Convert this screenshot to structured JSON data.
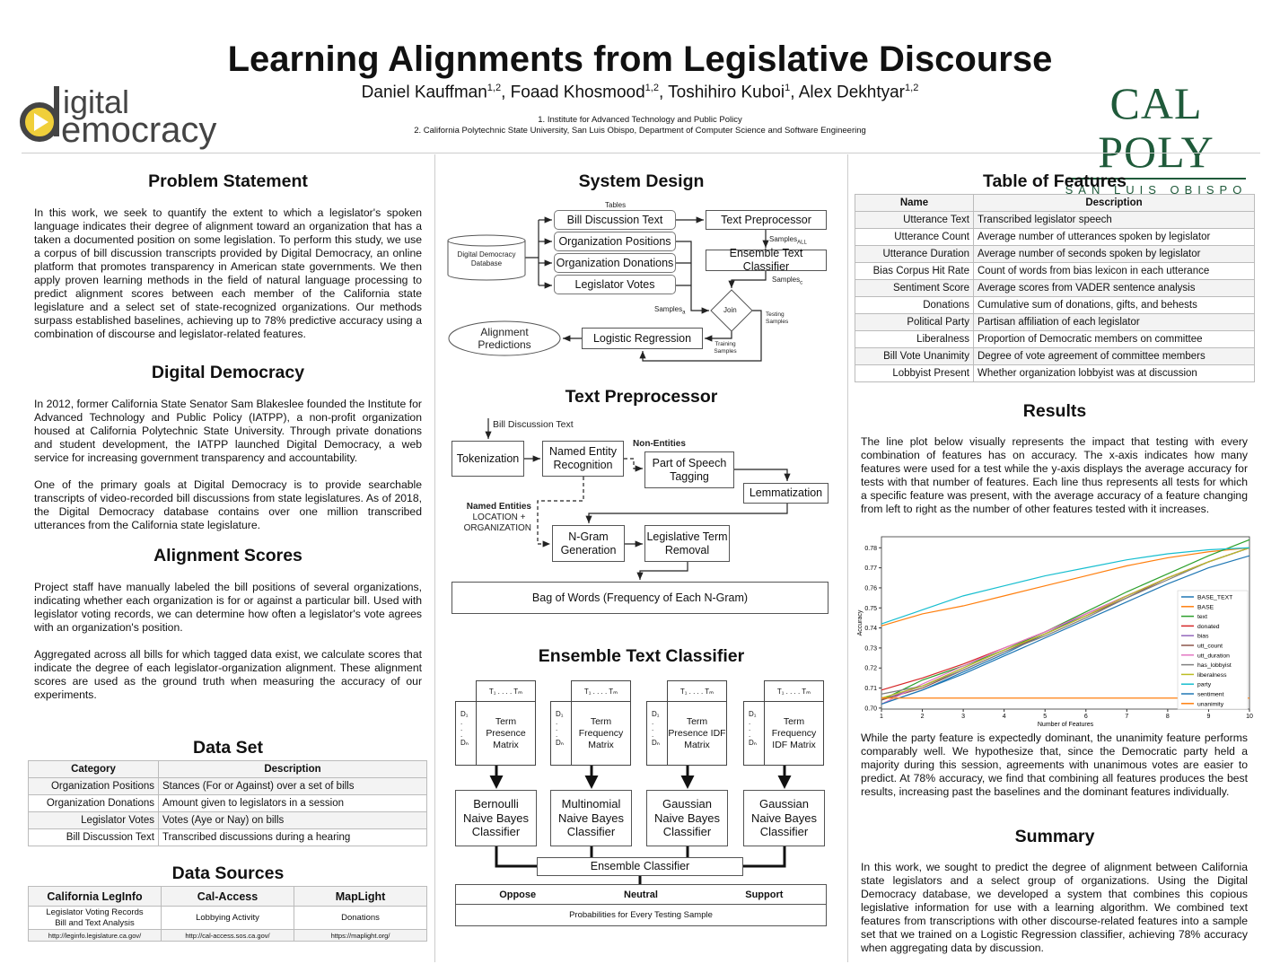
{
  "header": {
    "title": "Learning Alignments from Legislative Discourse",
    "authors": [
      {
        "name": "Daniel Kauffman",
        "sup": "1,2"
      },
      {
        "name": "Foaad Khosmood",
        "sup": "1,2"
      },
      {
        "name": "Toshihiro Kuboi",
        "sup": "1"
      },
      {
        "name": "Alex Dekhtyar",
        "sup": "1,2"
      }
    ],
    "affiliations": [
      "1.  Institute for Advanced Technology and Public Policy",
      "2.  California Polytechnic State University, San Luis Obispo, Department of Computer Science and Software Engineering"
    ],
    "logo_left": "digital democracy",
    "logo_right": {
      "name": "CAL POLY",
      "sub": "SAN LUIS OBISPO"
    }
  },
  "left": {
    "problem": {
      "heading": "Problem Statement",
      "text": "In this work, we seek to quantify the extent to which a legislator's spoken language indicates their degree of alignment toward an organization that has a taken a documented position on some legislation. To perform this study, we use a corpus of bill discussion transcripts provided by Digital Democracy, an online platform that promotes transparency in American state governments. We then apply proven learning methods in the field of natural language processing to predict alignment scores between each member of the California state legislature and a select set of state-recognized organizations. Our methods surpass established baselines, achieving up to 78% predictive accuracy using a combination of discourse and legislator-related features."
    },
    "dd": {
      "heading": "Digital Democracy",
      "p1": "In 2012, former California State Senator Sam Blakeslee founded the Institute for Advanced Technology and Public Policy (IATPP), a non-profit organization housed at California Polytechnic State University. Through private donations and student development, the IATPP launched Digital Democracy, a web service for increasing government transparency and accountability.",
      "p2": "One of the primary goals at Digital Democracy is to provide searchable transcripts of video-recorded bill discussions from state legislatures. As of 2018, the Digital Democracy database contains over one million transcribed utterances from the California state legislature."
    },
    "align": {
      "heading": "Alignment Scores",
      "p1": "Project staff have manually labeled the bill positions of several organizations, indicating whether each organization is for or against a particular bill. Used with legislator voting records, we can determine how often a legislator's vote agrees with an organization's position.",
      "p2": "Aggregated across all bills for which tagged data exist, we calculate scores that indicate the degree of each legislator-organization alignment. These alignment scores are used as the ground truth when measuring the accuracy of our experiments."
    },
    "dataset": {
      "heading": "Data Set",
      "cols": [
        "Category",
        "Description"
      ],
      "rows": [
        [
          "Organization Positions",
          "Stances (For or Against) over a set of bills"
        ],
        [
          "Organization Donations",
          "Amount given to legislators in a session"
        ],
        [
          "Legislator Votes",
          "Votes (Aye or Nay) on bills"
        ],
        [
          "Bill Discussion Text",
          "Transcribed discussions during a hearing"
        ]
      ]
    },
    "sources": {
      "heading": "Data Sources",
      "cols": [
        "California LegInfo",
        "Cal-Access",
        "MapLight"
      ],
      "desc": [
        [
          "Legislator Voting Records",
          "Bill and Text Analysis"
        ],
        [
          "Lobbying Activity"
        ],
        [
          "Donations"
        ]
      ],
      "urls": [
        "http://leginfo.legislature.ca.gov/",
        "http://cal-access.sos.ca.gov/",
        "https://maplight.org/"
      ]
    }
  },
  "middle": {
    "system": {
      "heading": "System Design",
      "tables_label": "Tables",
      "db": "Digital Democracy Database",
      "tables": [
        "Bill Discussion Text",
        "Organization Positions",
        "Organization Donations",
        "Legislator Votes"
      ],
      "preproc": "Text Preprocessor",
      "etc": "Ensemble Text Classifier",
      "join": "Join",
      "logreg": "Logistic Regression",
      "pred": "Alignment Predictions",
      "samples": "Samples",
      "sub_all": "ALL",
      "sub_c": "c",
      "sub_a": "a",
      "testing": "Testing Samples",
      "training": "Training Samples"
    },
    "preproc": {
      "heading": "Text Preprocessor",
      "input": "Bill Discussion Text",
      "tokenization": "Tokenization",
      "ner": "Named Entity Recognition",
      "non_entities": "Non-Entities",
      "pos": "Part of Speech Tagging",
      "lemma": "Lemmatization",
      "ne_label": "Named Entities",
      "ne_types": [
        "LOCATION +",
        "ORGANIZATION"
      ],
      "ngram": "N-Gram Generation",
      "ltr": "Legislative Term Removal",
      "bow": "Bag of Words (Frequency of Each N-Gram)"
    },
    "ensemble": {
      "heading": "Ensemble Text Classifier",
      "t_label": "T₁ . . . . Tₘ",
      "d_label": [
        "D₁",
        ".",
        ".",
        ".",
        "Dₙ"
      ],
      "matrices": [
        "Term Presence Matrix",
        "Term Frequency Matrix",
        "Term Presence IDF Matrix",
        "Term Frequency IDF Matrix"
      ],
      "classifiers": [
        "Bernoulli Naive Bayes Classifier",
        "Multinomial Naive Bayes Classifier",
        "Gaussian Naive Bayes Classifier",
        "Gaussian Naive Bayes Classifier"
      ],
      "combiner": "Ensemble Classifier",
      "outputs": [
        "Oppose",
        "Neutral",
        "Support"
      ],
      "probs": "Probabilities for Every Testing Sample"
    }
  },
  "right": {
    "features": {
      "heading": "Table of Features",
      "cols": [
        "Name",
        "Description"
      ],
      "rows": [
        [
          "Utterance Text",
          "Transcribed legislator speech"
        ],
        [
          "Utterance Count",
          "Average number of utterances spoken by legislator"
        ],
        [
          "Utterance Duration",
          "Average number of seconds spoken by legislator"
        ],
        [
          "Bias Corpus Hit Rate",
          "Count of words from bias lexicon in each utterance"
        ],
        [
          "Sentiment Score",
          "Average scores from VADER sentence analysis"
        ],
        [
          "Donations",
          "Cumulative sum of donations, gifts, and behests"
        ],
        [
          "Political Party",
          "Partisan affiliation of each legislator"
        ],
        [
          "Liberalness",
          "Proportion of Democratic members on committee"
        ],
        [
          "Bill Vote Unanimity",
          "Degree of vote agreement of committee members"
        ],
        [
          "Lobbyist Present",
          "Whether organization lobbyist was at discussion"
        ]
      ]
    },
    "results": {
      "heading": "Results",
      "p1": "The line plot below visually represents the impact that testing with every combination of features has on accuracy. The x-axis indicates how many features were used for a test while the y-axis displays the average accuracy for tests with that number of features. Each line thus represents all tests for which a specific feature was present, with the average accuracy of a feature changing from left to right as the number of other features tested with it increases.",
      "p2": "While the party feature is expectedly dominant, the unanimity feature performs comparably well. We hypothesize that, since the Democratic party held a majority during this session, agreements with unanimous votes are easier to predict. At 78% accuracy, we find that combining all features produces the best results, increasing past the baselines and the dominant features individually."
    },
    "summary": {
      "heading": "Summary",
      "text": "In this work, we sought to predict the degree of alignment between California state legislators and a select group of organizations. Using the Digital Democracy database, we developed a system that combines this copious legislative information for use with a learning algorithm. We combined text features from transcriptions with other discourse-related features into a sample set that we trained on a Logistic Regression classifier, achieving 78% accuracy when aggregating data by discussion."
    }
  },
  "chart_data": {
    "type": "line",
    "title": "",
    "xlabel": "Number of Features",
    "ylabel": "Accuracy",
    "xlim": [
      1,
      10
    ],
    "ylim": [
      0.6995,
      0.7855
    ],
    "xticks": [
      1,
      2,
      3,
      4,
      5,
      6,
      7,
      8,
      9,
      10
    ],
    "yticks": [
      "0.70",
      "0.71",
      "0.72",
      "0.73",
      "0.74",
      "0.75",
      "0.76",
      "0.77",
      "0.78"
    ],
    "legend": "right",
    "x": [
      1,
      2,
      3,
      4,
      5,
      6,
      7,
      8,
      9,
      10
    ],
    "series": [
      {
        "name": "BASE_TEXT",
        "color": "#1f77b4",
        "values": [
          0.702,
          0.709,
          0.718,
          0.727,
          0.737,
          0.747,
          0.756,
          0.765,
          0.773,
          0.78
        ]
      },
      {
        "name": "BASE",
        "color": "#ff7f0e",
        "values": [
          0.741,
          0.747,
          0.751,
          0.756,
          0.761,
          0.766,
          0.771,
          0.775,
          0.778,
          0.78
        ]
      },
      {
        "name": "text",
        "color": "#2ca02c",
        "values": [
          0.704,
          0.714,
          0.721,
          0.729,
          0.738,
          0.748,
          0.758,
          0.767,
          0.776,
          0.784
        ]
      },
      {
        "name": "donated",
        "color": "#d62728",
        "values": [
          0.709,
          0.715,
          0.722,
          0.73,
          0.738,
          0.747,
          0.756,
          0.765,
          0.773,
          0.78
        ]
      },
      {
        "name": "bias",
        "color": "#9467bd",
        "values": [
          0.704,
          0.711,
          0.72,
          0.729,
          0.737,
          0.746,
          0.756,
          0.765,
          0.773,
          0.78
        ]
      },
      {
        "name": "utt_count",
        "color": "#8c564b",
        "values": [
          0.704,
          0.71,
          0.719,
          0.728,
          0.737,
          0.746,
          0.755,
          0.765,
          0.773,
          0.78
        ]
      },
      {
        "name": "utt_duration",
        "color": "#e377c2",
        "values": [
          0.702,
          0.712,
          0.721,
          0.73,
          0.738,
          0.747,
          0.756,
          0.765,
          0.773,
          0.78
        ]
      },
      {
        "name": "has_lobbyist",
        "color": "#7f7f7f",
        "values": [
          0.707,
          0.711,
          0.719,
          0.728,
          0.736,
          0.745,
          0.755,
          0.764,
          0.773,
          0.78
        ]
      },
      {
        "name": "liberalness",
        "color": "#bcbd22",
        "values": [
          0.705,
          0.711,
          0.72,
          0.729,
          0.737,
          0.746,
          0.756,
          0.765,
          0.773,
          0.78
        ]
      },
      {
        "name": "party",
        "color": "#17becf",
        "values": [
          0.742,
          0.749,
          0.756,
          0.761,
          0.766,
          0.77,
          0.774,
          0.777,
          0.779,
          0.78
        ]
      },
      {
        "name": "sentiment",
        "color": "#1f77b4",
        "values": [
          0.702,
          0.709,
          0.717,
          0.726,
          0.735,
          0.744,
          0.753,
          0.762,
          0.77,
          0.776
        ]
      },
      {
        "name": "unanimity",
        "color": "#ff7f0e",
        "values": [
          0.705,
          0.705,
          0.705,
          0.705,
          0.705,
          0.705,
          0.705,
          0.705,
          0.705,
          0.705
        ]
      }
    ]
  }
}
